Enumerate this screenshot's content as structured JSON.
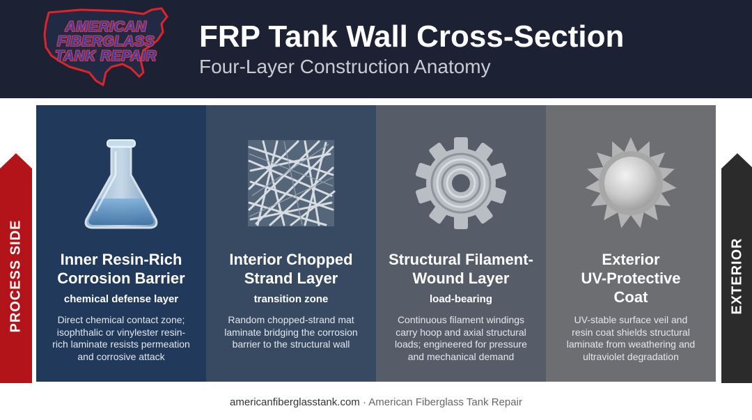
{
  "header": {
    "logo": {
      "lines": [
        "AMERICAN",
        "FIBERGLASS",
        "TANK REPAIR"
      ]
    },
    "title": "FRP Tank Wall Cross-Section",
    "subtitle": "Four-Layer Construction Anatomy"
  },
  "side_labels": {
    "left": "PROCESS SIDE",
    "right": "EXTERIOR"
  },
  "layers": [
    {
      "title_lines": [
        "Inner Resin-Rich",
        "Corrosion Barrier"
      ],
      "tag": "chemical defense layer",
      "desc_lines": [
        "Direct chemical contact zone;",
        "isophthalic or vinylester resin-",
        "rich laminate resists permeation",
        "and corrosive attack"
      ],
      "icon": "flask-icon"
    },
    {
      "title_lines": [
        "Interior Chopped",
        "Strand Layer"
      ],
      "tag": "transition zone",
      "desc_lines": [
        "Random chopped-strand mat",
        "laminate bridging the corrosion",
        "barrier to the structural wall"
      ],
      "icon": "fiber-mat-icon"
    },
    {
      "title_lines": [
        "Structural Filament-",
        "Wound Layer"
      ],
      "tag": "load-bearing",
      "desc_lines": [
        "Continuous filament windings",
        "carry hoop and axial structural",
        "loads; engineered for pressure",
        "and mechanical demand"
      ],
      "icon": "gear-icon"
    },
    {
      "title_lines": [
        "Exterior",
        "UV-Protective",
        "Coat"
      ],
      "tag": "",
      "desc_lines": [
        "UV-stable surface veil and",
        "resin coat shields structural",
        "laminate from weathering and",
        "ultraviolet degradation"
      ],
      "icon": "sun-icon"
    }
  ],
  "colors": {
    "header_bg": "#1c2233",
    "layer_1": "#21395a",
    "layer_2": "#384a62",
    "layer_3": "#565d69",
    "layer_4": "#6c6e72",
    "process_arrow": "#b3141a",
    "exterior_arrow": "#2b2b2b"
  },
  "footer": {
    "site": "americanfiberglasstank.com",
    "separator": "·",
    "company": "American Fiberglass Tank Repair"
  }
}
